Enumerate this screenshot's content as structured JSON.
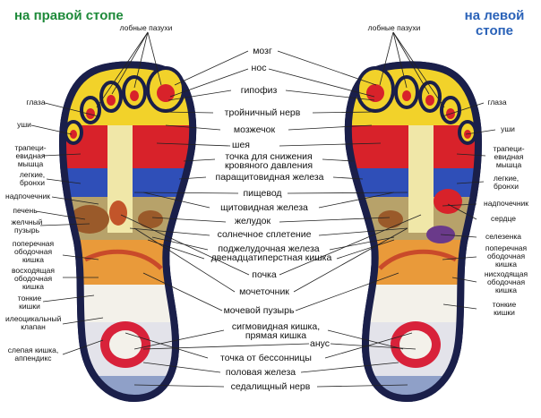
{
  "titles": {
    "right_foot": "на правой стопе",
    "left_foot": "на левой стопе"
  },
  "colors": {
    "title_right": "#1e8a3a",
    "title_left": "#2a62b8",
    "foot_outline": "#1a1f4a",
    "sole_base": "#f3f1ea",
    "yellow": "#f2d22a",
    "red": "#d8222a",
    "blue": "#2f4fb8",
    "orange": "#e99a3a",
    "brown": "#9a5a2a",
    "leader_line": "#222222"
  },
  "labels": {
    "center": [
      "мозг",
      "нос",
      "гипофиз",
      "тройничный нерв",
      "мозжечок",
      "шея",
      "точка для снижения кровяного давления",
      "паращитовидная железа",
      "пищевод",
      "щитовидная железа",
      "желудок",
      "солнечное сплетение",
      "поджелудочная железа",
      "двенадцатиперстная кишка",
      "почка",
      "мочеточник",
      "мочевой пузырь",
      "сигмовидная кишка, прямая кишка",
      "анус",
      "точка от бессонницы",
      "половая железа",
      "седалищный нерв"
    ],
    "left_side": [
      "лобные пазухи",
      "глаза",
      "уши",
      "трапеци-евидная мышца",
      "легкие, бронхи",
      "надпочечник",
      "печень",
      "желчный пузырь",
      "поперечная ободочная кишка",
      "восходящая ободочная кишка",
      "тонкие кишки",
      "илеоцикальный клапан",
      "слепая кишка, аппендикс"
    ],
    "right_side": [
      "лобные пазухи",
      "глаза",
      "уши",
      "трапеци-евидная мышца",
      "легкие, бронхи",
      "надпочечник",
      "сердце",
      "селезенка",
      "поперечная ободочная кишка",
      "нисходящая ободочная кишка",
      "тонкие кишки"
    ]
  }
}
